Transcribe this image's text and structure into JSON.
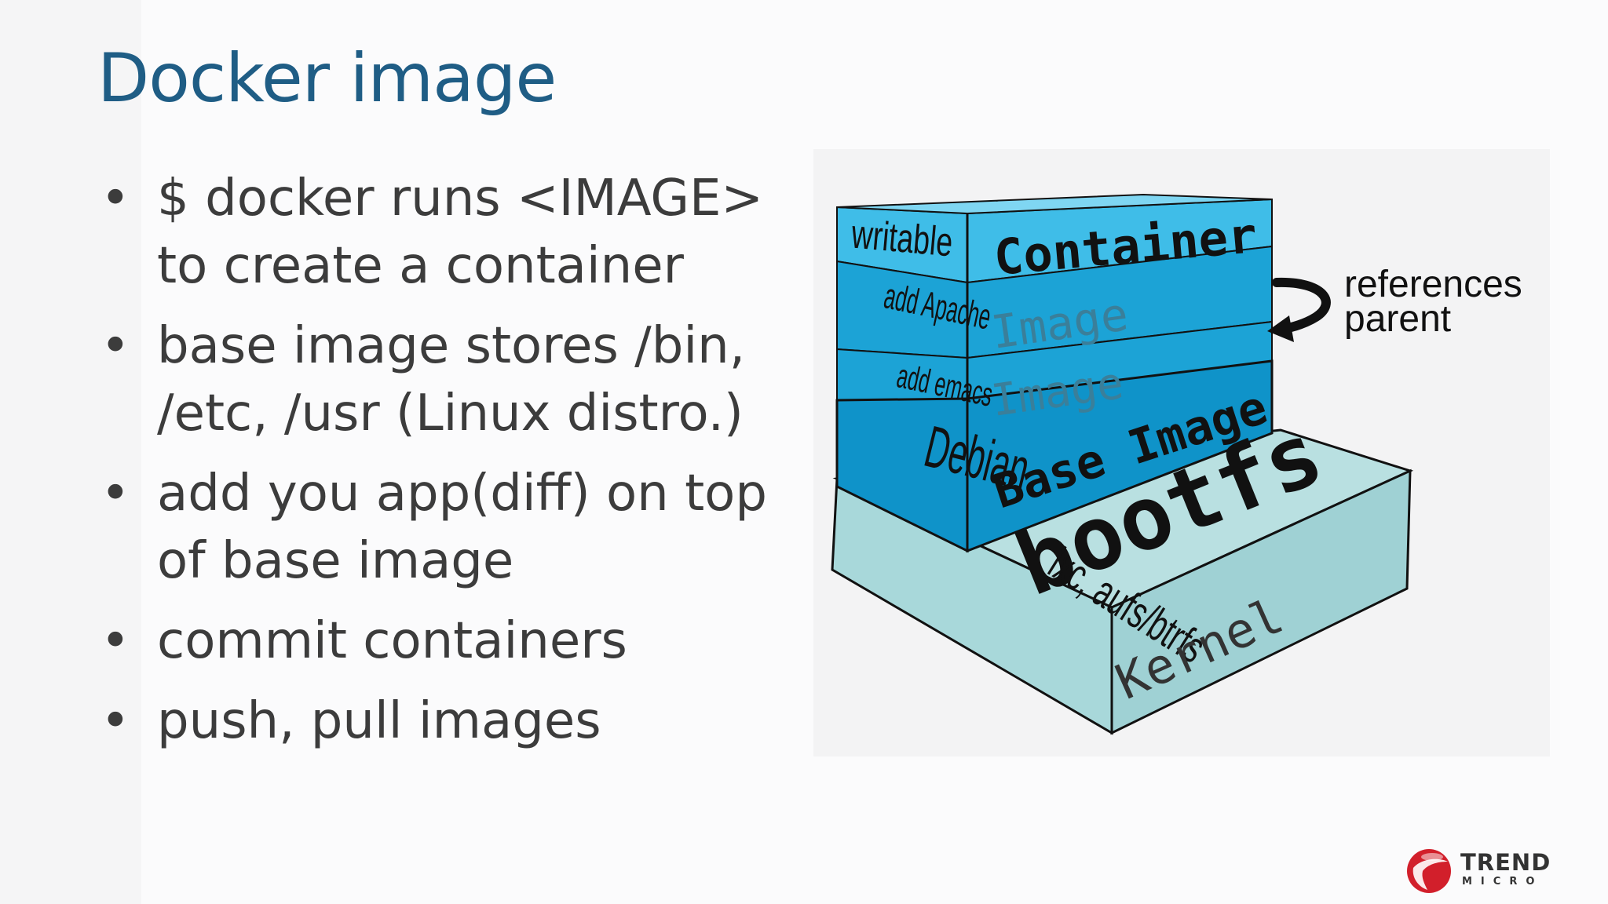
{
  "slide": {
    "title": "Docker image",
    "bullets": [
      "$ docker runs <IMAGE> to create a container",
      "base image stores /bin, /etc, /usr (Linux distro.)",
      "add you app(diff) on top of base image",
      "commit containers",
      "push, pull images"
    ]
  },
  "diagram": {
    "layers": {
      "writable": "writable",
      "container": "Container",
      "add_apache": "add Apache",
      "image_1": "Image",
      "add_emacs": "add emacs",
      "image_2": "Image",
      "debian": "Debian",
      "base_image": "Base Image",
      "bootfs": "bootfs",
      "lxc": "lxc, aufs/btrfs",
      "kernel": "Kernel"
    },
    "references_line1": "references",
    "references_line2": "parent",
    "colors": {
      "container": "#3fbde8",
      "image": "#1ca3d6",
      "base": "#0f93c9",
      "kernel": "#a8d8da",
      "outline": "#111111"
    }
  },
  "logo": {
    "word": "TREND",
    "sub": "MICRO"
  }
}
